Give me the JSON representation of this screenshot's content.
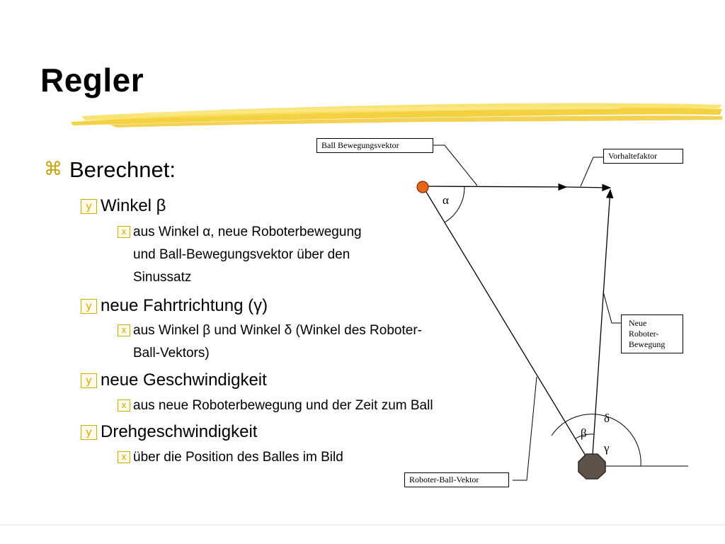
{
  "slide": {
    "title": "Regler",
    "level1": {
      "bullet": "⌘",
      "text": "Berechnet:"
    },
    "items": [
      {
        "text": "Winkel β",
        "subs": [
          "aus Winkel α, neue Roboterbewegung",
          "und Ball-Bewegungsvektor über den",
          "Sinussatz"
        ]
      },
      {
        "text": "neue Fahrtrichtung (γ)",
        "subs": [
          "aus Winkel β und Winkel δ (Winkel des Roboter-",
          "Ball-Vektors)"
        ]
      },
      {
        "text": "neue Geschwindigkeit",
        "subs": [
          "aus neue Roboterbewegung und der Zeit zum Ball"
        ]
      },
      {
        "text": "Drehgeschwindigkeit",
        "subs": [
          "über die Position des Balles im Bild"
        ]
      }
    ],
    "icons": {
      "level2": "checkbox-y-icon",
      "level3": "checkbox-x-icon"
    }
  },
  "diagram": {
    "labels": {
      "ball_vector": "Ball Bewegungsvektor",
      "lead_factor": "Vorhaltefaktor",
      "robot_move_1": "Neue",
      "robot_move_2": "Roboter-",
      "robot_move_3": "Bewegung",
      "robot_ball_vector": "Roboter-Ball-Vektor"
    },
    "angles": {
      "alpha": "α",
      "beta": "β",
      "gamma": "γ",
      "delta": "δ"
    },
    "colors": {
      "ball": "#e8661a",
      "robot": "#5e534b",
      "accent": "#d3ad00"
    }
  }
}
